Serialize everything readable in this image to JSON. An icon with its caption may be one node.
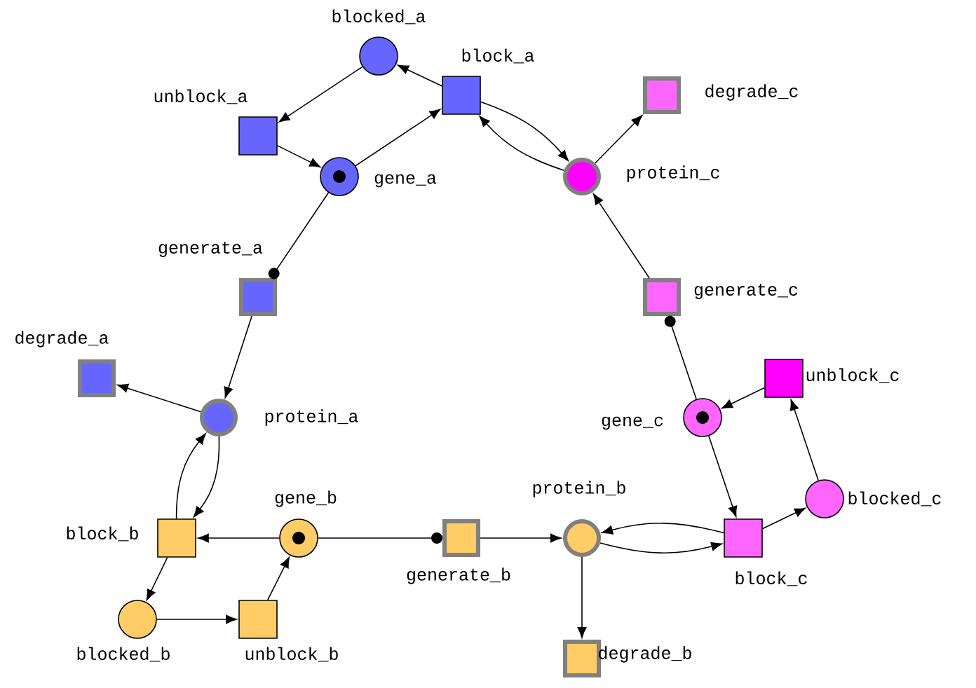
{
  "diagram": {
    "nodes": [
      {
        "text": [],
        "shape": "circle",
        "beside": [
          "blocked_a"
        ]
      },
      {
        "text": [],
        "shape": "box",
        "beside": [
          "block_a"
        ]
      },
      {
        "text": [],
        "shape": "box",
        "beside": [
          "unblock_a"
        ]
      },
      {
        "text": [],
        "shape": "circle",
        "beside": [
          "gene_a"
        ]
      },
      {
        "text": [],
        "shape": "box",
        "beside": [
          "degrade_c"
        ]
      },
      {
        "text": [],
        "shape": "circle",
        "beside": [
          "protein_c"
        ]
      },
      {
        "text": [],
        "shape": "box",
        "beside": [
          "generate_a"
        ]
      },
      {
        "text": [],
        "shape": "box",
        "beside": [
          "generate_c"
        ]
      },
      {
        "text": [],
        "shape": "box",
        "beside": [
          "degrade_a"
        ]
      },
      {
        "text": [],
        "shape": "circle",
        "beside": [
          "protein_a"
        ]
      },
      {
        "text": [],
        "shape": "box",
        "beside": [
          "unblock_c"
        ]
      },
      {
        "text": [],
        "shape": "circle",
        "beside": [
          "gene_c"
        ]
      },
      {
        "text": [],
        "shape": "circle",
        "beside": [
          "protein_b"
        ]
      },
      {
        "text": [],
        "shape": "box",
        "beside": [
          "block_b"
        ]
      },
      {
        "text": [],
        "shape": "circle",
        "beside": [
          "gene_b"
        ]
      },
      {
        "text": [],
        "shape": "box",
        "beside": [
          "generate_b"
        ]
      },
      {
        "text": [],
        "shape": "box",
        "beside": [
          "block_c"
        ]
      },
      {
        "text": [],
        "shape": "circle",
        "beside": [
          "blocked_c"
        ]
      },
      {
        "text": [],
        "shape": "circle",
        "beside": [
          "blocked_b"
        ]
      },
      {
        "text": [],
        "shape": "box",
        "beside": [
          "unblock_b"
        ]
      },
      {
        "text": [],
        "shape": "box",
        "beside": [
          "degrade_b"
        ]
      }
    ],
    "edges": [
      {
        "from": 1,
        "to": 0,
        "arrow": "to"
      },
      {
        "from": 0,
        "to": 2,
        "arrow": "to"
      },
      {
        "from": 2,
        "to": 3,
        "arrow": "to"
      },
      {
        "from": 3,
        "to": 1,
        "arrow": "to"
      },
      {
        "from": 1,
        "to": 5,
        "arrow": "to"
      },
      {
        "from": 5,
        "to": 1,
        "arrow": "to"
      },
      {
        "from": 5,
        "to": 4,
        "arrow": "to"
      },
      {
        "from": 7,
        "to": 5,
        "arrow": "to"
      },
      {
        "from": 3,
        "to": 6,
        "arrow": "other"
      },
      {
        "from": 6,
        "to": 9,
        "arrow": "to"
      },
      {
        "from": 9,
        "to": 8,
        "arrow": "to"
      },
      {
        "from": 9,
        "to": 13,
        "arrow": "to"
      },
      {
        "from": 13,
        "to": 9,
        "arrow": "to"
      },
      {
        "from": 14,
        "to": 13,
        "arrow": "to"
      },
      {
        "from": 13,
        "to": 18,
        "arrow": "to"
      },
      {
        "from": 18,
        "to": 19,
        "arrow": "to"
      },
      {
        "from": 19,
        "to": 14,
        "arrow": "to"
      },
      {
        "from": 14,
        "to": 15,
        "arrow": "other"
      },
      {
        "from": 15,
        "to": 12,
        "arrow": "to"
      },
      {
        "from": 12,
        "to": 20,
        "arrow": "to"
      },
      {
        "from": 12,
        "to": 16,
        "arrow": "to"
      },
      {
        "from": 16,
        "to": 12,
        "arrow": "to"
      },
      {
        "from": 11,
        "to": 16,
        "arrow": "to"
      },
      {
        "from": 16,
        "to": 17,
        "arrow": "to"
      },
      {
        "from": 17,
        "to": 10,
        "arrow": "to"
      },
      {
        "from": 10,
        "to": 11,
        "arrow": "to"
      },
      {
        "from": 11,
        "to": 7,
        "arrow": "other"
      }
    ]
  }
}
